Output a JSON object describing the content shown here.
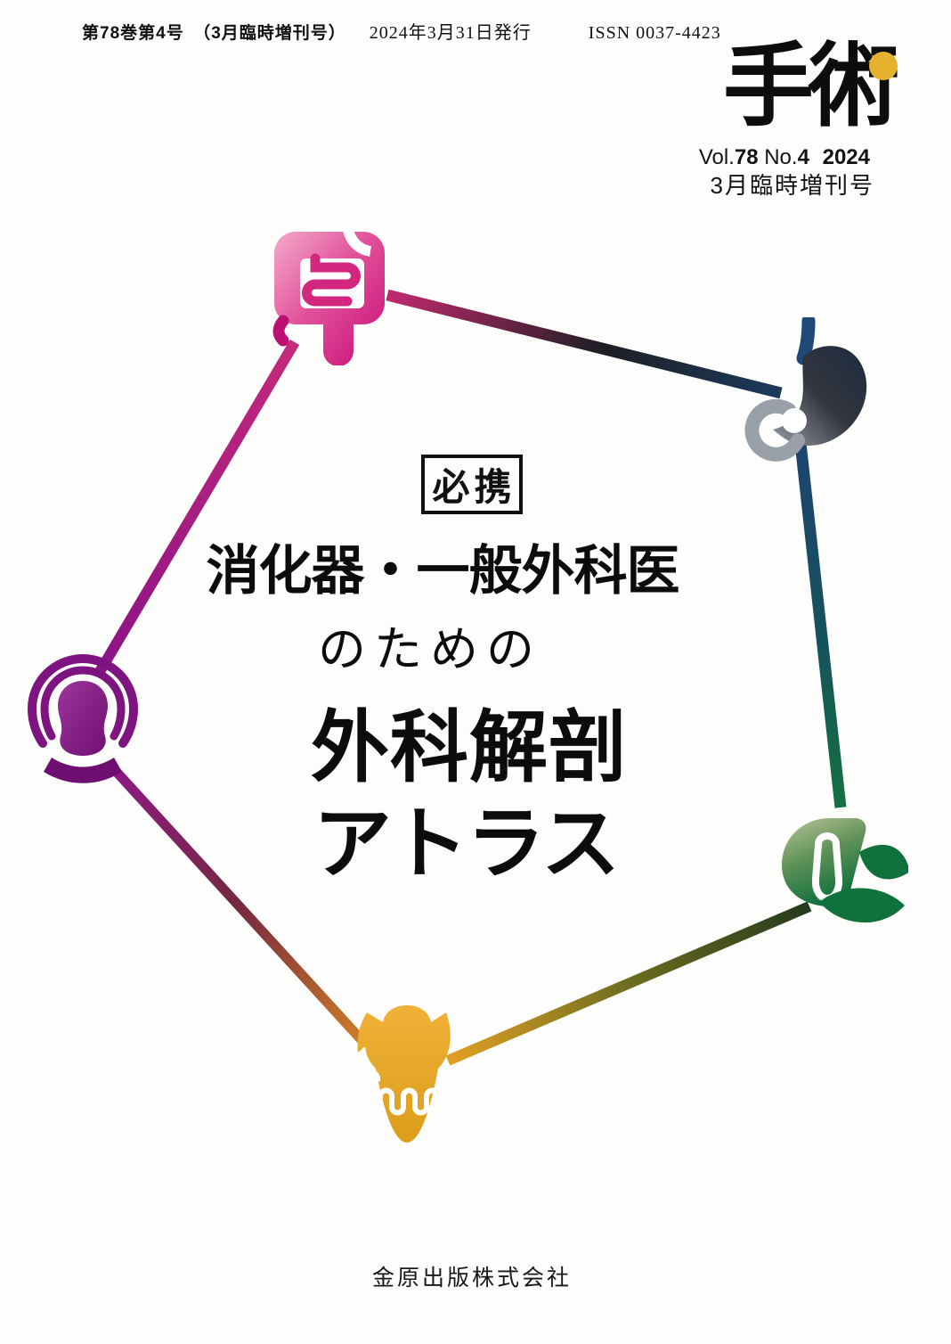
{
  "header": {
    "issue_info": "第78巻第4号　（3月臨時増刊号）",
    "publish_date": "2024年3月31日発行",
    "issn": "ISSN 0037-4423"
  },
  "masthead": {
    "logo_text": "手術",
    "volume_prefix": "Vol.",
    "volume_number": "78",
    "number_prefix": "No.",
    "number_value": "4",
    "year": "2024",
    "issue_label": "3月臨時増刊号",
    "dot_color": "#e6b22e"
  },
  "title": {
    "badge": "必携",
    "line1": "消化器・一般外科医",
    "line2": "のための",
    "line3": "外科解剖",
    "line4": "アトラス"
  },
  "publisher": "金原出版株式会社",
  "organs": {
    "colon": {
      "label": "colon-intestine-icon",
      "color": "#c70d77"
    },
    "stomach": {
      "label": "stomach-icon",
      "color": "#1c2b40"
    },
    "liver": {
      "label": "liver-gallbladder-icon",
      "color": "#0f703c"
    },
    "anal_canal": {
      "label": "anal-canal-icon",
      "color": "#e7a522"
    },
    "esophageal_hiatus": {
      "label": "esophageal-hiatus-icon",
      "color": "#7d1480"
    }
  }
}
